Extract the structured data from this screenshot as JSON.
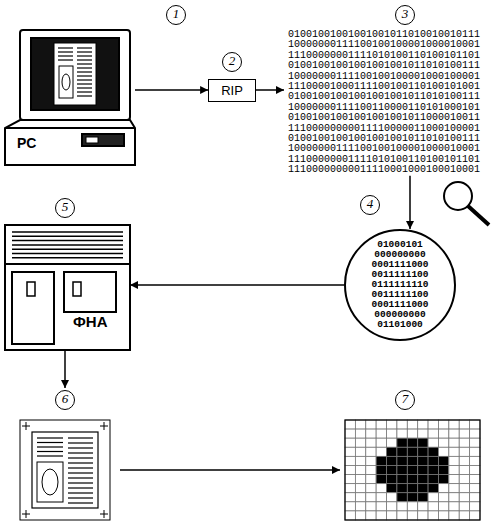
{
  "diagram": {
    "nodes": [
      {
        "text": [
          "1",
          "PC"
        ]
      },
      {
        "text": [
          "2",
          "RIP"
        ]
      },
      {
        "text": [
          "3",
          "01001001001001001011010010010111 10000000111100100100001000010001 11100000001111010100110100101101 01001001001001001001011010100111 10000000111100100100001000100001 11100001000111100100110100101001 01001001001001001001011010100111 10000000111100110000110101000101 01001001001001001001011000010011 11100000000011110000011000100001 01001001001001001001011010100111 10000000111100100100001000010001 11100000001111010100110100101101 11100000000011110001000100010001"
        ]
      },
      {
        "text": [
          "4",
          "01000101 000000000 0001111000 0011111100 0111111110 0011111100 0001111000 000000000 01101000"
        ]
      },
      {
        "text": [
          "5",
          "ФНА"
        ]
      },
      {
        "text": [
          "6"
        ]
      },
      {
        "text": [
          "7"
        ]
      }
    ],
    "edges": [
      {
        "from": 0,
        "to": 1,
        "arrow": "to"
      },
      {
        "from": 1,
        "to": 2,
        "arrow": "to"
      },
      {
        "from": 2,
        "to": 3,
        "arrow": "to"
      },
      {
        "from": 3,
        "to": 4,
        "arrow": "to"
      },
      {
        "from": 4,
        "to": 5,
        "arrow": "to"
      },
      {
        "from": 5,
        "to": 6,
        "arrow": "to"
      }
    ]
  }
}
